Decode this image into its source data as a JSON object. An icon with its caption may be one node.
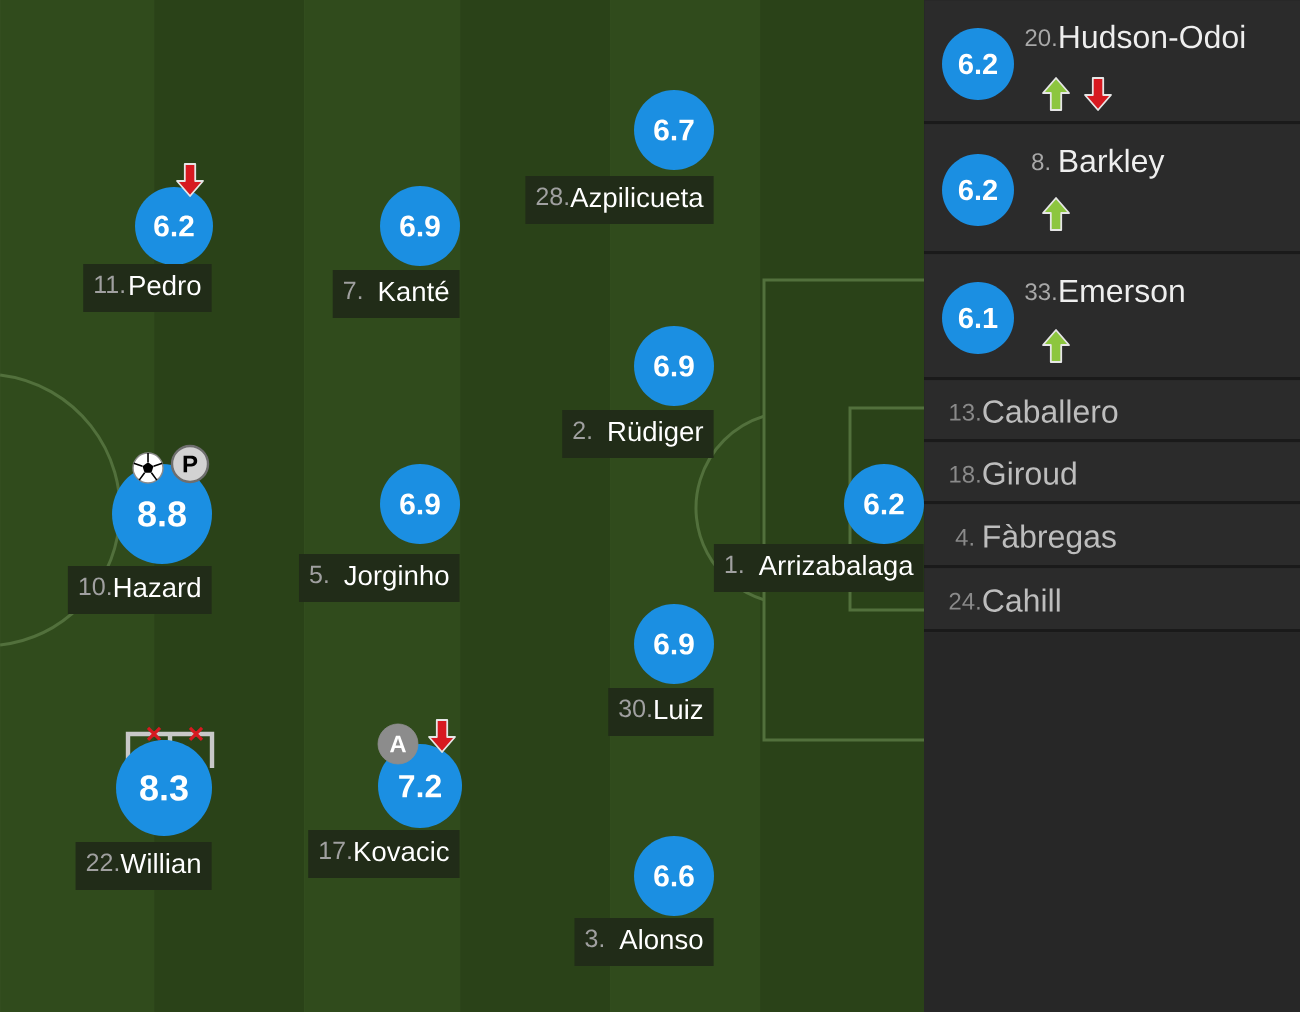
{
  "diagram": {
    "nodes": [
      {
        "text": [
          "6.2"
        ]
      },
      {
        "text": [
          "11.",
          "Pedro"
        ]
      },
      {
        "text": [
          "P"
        ]
      },
      {
        "text": [
          "8.8"
        ]
      },
      {
        "text": [
          "10.",
          "Hazard"
        ]
      },
      {
        "text": [
          "8.3"
        ]
      },
      {
        "text": [
          "22.",
          "Willian"
        ]
      },
      {
        "text": [
          "6.9"
        ]
      },
      {
        "text": [
          "7.",
          "Kanté"
        ]
      },
      {
        "text": [
          "6.9"
        ]
      },
      {
        "text": [
          "5.",
          "Jorginho"
        ]
      },
      {
        "text": [
          "A"
        ]
      },
      {
        "text": [
          "7.2"
        ]
      },
      {
        "text": [
          "17.",
          "Kovacic"
        ]
      },
      {
        "text": [
          "6.7"
        ]
      },
      {
        "text": [
          "28.",
          "Azpilicueta"
        ]
      },
      {
        "text": [
          "6.9"
        ]
      },
      {
        "text": [
          "2.",
          "Rüdiger"
        ]
      },
      {
        "text": [
          "6.9"
        ]
      },
      {
        "text": [
          "30.",
          "Luiz"
        ]
      },
      {
        "text": [
          "6.6"
        ]
      },
      {
        "text": [
          "3.",
          "Alonso"
        ]
      },
      {
        "text": [
          "6.2"
        ]
      },
      {
        "text": [
          "1.",
          "Arrizabalaga"
        ]
      },
      {
        "text": [
          "20.",
          "Hudson-Odoi"
        ]
      },
      {
        "text": [
          "6.2"
        ],
        "in": 24
      },
      {
        "text": [
          "8.",
          "Barkley"
        ]
      },
      {
        "text": [
          "6.2"
        ],
        "in": 26
      },
      {
        "text": [
          "33.",
          "Emerson"
        ]
      },
      {
        "text": [
          "6.1"
        ],
        "in": 28
      },
      {
        "text": [
          "13.",
          "Caballero"
        ]
      },
      {
        "text": [
          "18.",
          "Giroud"
        ]
      },
      {
        "text": [
          "4.",
          "Fàbregas"
        ]
      },
      {
        "text": [
          "24.",
          "Cahill"
        ]
      }
    ]
  }
}
